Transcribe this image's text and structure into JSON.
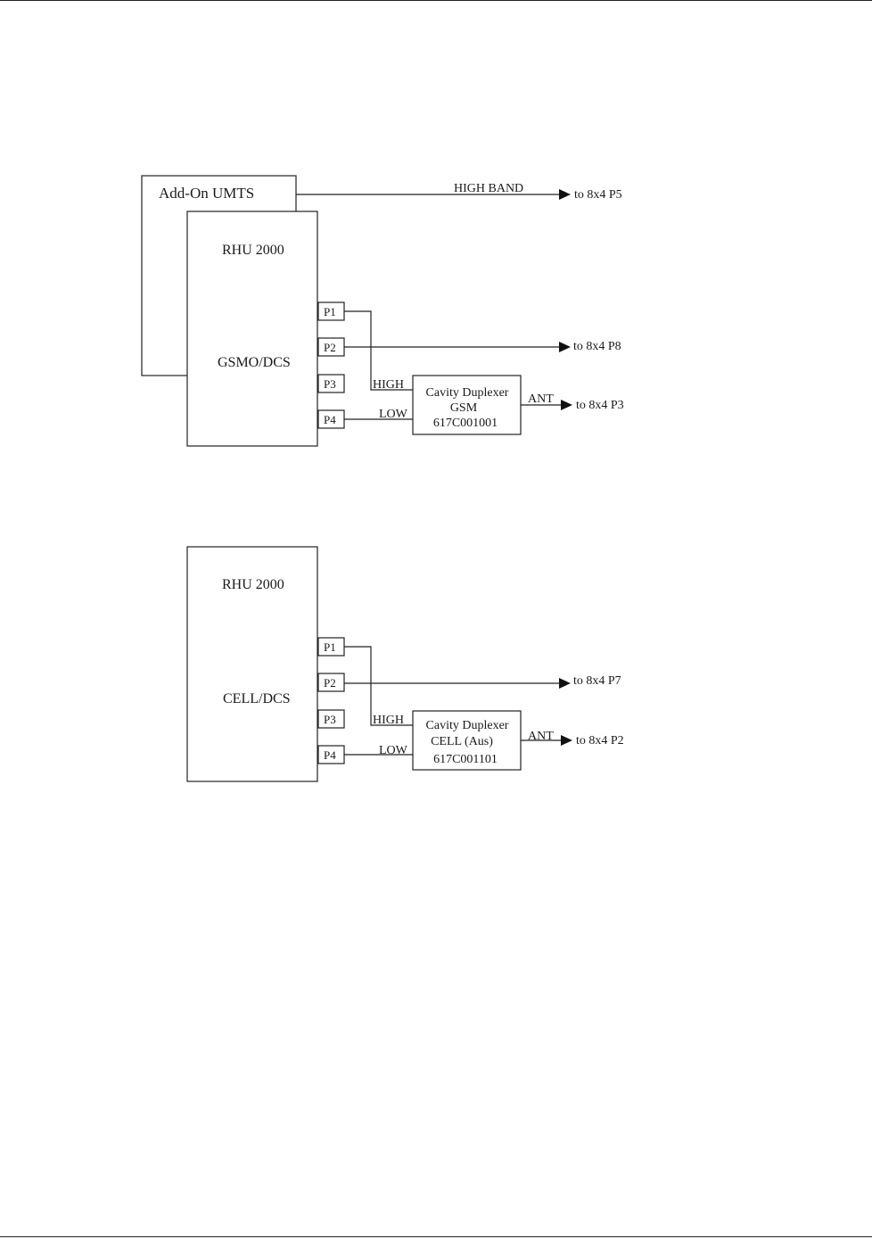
{
  "diagram_top": {
    "addon": "Add-On UMTS",
    "high_band": "HIGH BAND",
    "to_p5": "to 8x4 P5",
    "rhu_title": "RHU 2000",
    "rhu_mode": "GSMO/DCS",
    "ports": [
      "P1",
      "P2",
      "P3",
      "P4"
    ],
    "to_p8": "to 8x4 P8",
    "high": "HIGH",
    "low": "LOW",
    "duplexer": [
      "Cavity Duplexer",
      "GSM",
      "617C001001"
    ],
    "ant": "ANT",
    "to_p3": "to 8x4 P3"
  },
  "diagram_bottom": {
    "rhu_title": "RHU 2000",
    "rhu_mode": "CELL/DCS",
    "ports": [
      "P1",
      "P2",
      "P3",
      "P4"
    ],
    "to_p7": "to 8x4 P7",
    "high": "HIGH",
    "low": "LOW",
    "duplexer": [
      "Cavity Duplexer",
      "CELL (Aus)",
      "617C001101"
    ],
    "ant": "ANT",
    "to_p2": "to 8x4 P2"
  }
}
